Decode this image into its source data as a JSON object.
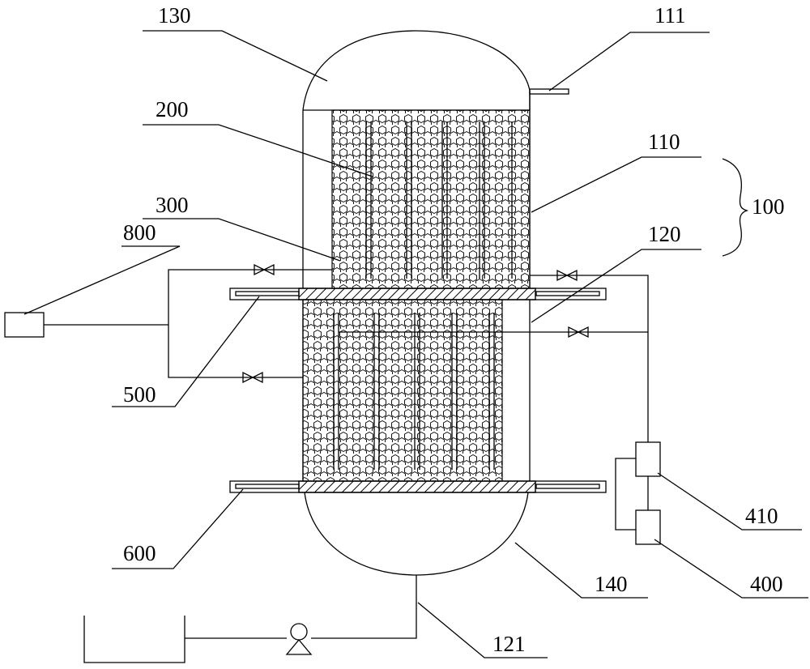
{
  "labels": {
    "l130": "130",
    "l111": "111",
    "l200": "200",
    "l110": "110",
    "l100": "100",
    "l300": "300",
    "l800": "800",
    "l120": "120",
    "l500": "500",
    "l410": "410",
    "l600": "600",
    "l400": "400",
    "l140": "140",
    "l121": "121"
  }
}
